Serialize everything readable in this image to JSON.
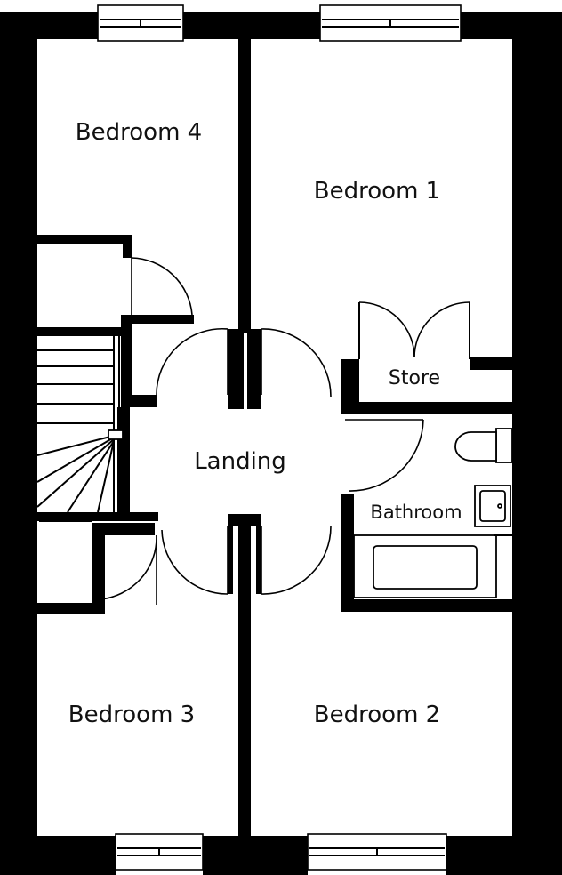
{
  "floor_plan": {
    "rooms": {
      "bedroom4": "Bedroom 4",
      "bedroom1": "Bedroom 1",
      "store": "Store",
      "landing": "Landing",
      "bathroom": "Bathroom",
      "bedroom3": "Bedroom 3",
      "bedroom2": "Bedroom 2"
    },
    "colors": {
      "wall": "#000000",
      "background": "#ffffff"
    }
  }
}
